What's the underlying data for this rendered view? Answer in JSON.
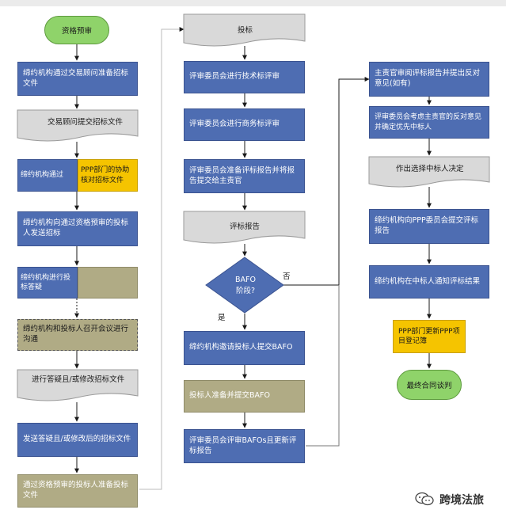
{
  "flow": {
    "start": "资格预审",
    "c1_1": "缔约机构通过交易顾问准备招标文件",
    "c1_2": "交易顾问提交招标文件",
    "c1_3a": "缔约机构通过",
    "c1_3b": "PPP部门的协助核对招标文件",
    "c1_4": "缔约机构向通过资格预审的投标人发送招标",
    "c1_5": "缔约机构进行投标答疑",
    "c1_6": "缔约机构和投标人召开会议进行沟通",
    "c1_7": "进行答疑且/或修改招标文件",
    "c1_8": "发送答疑且/或修改后的招标文件",
    "c1_9": "通过资格预审的投标人准备投标文件",
    "c2_1": "投标",
    "c2_2": "评审委员会进行技术标评审",
    "c2_3": "评审委员会进行商务标评审",
    "c2_4": "评审委员会准备评标报告并将报告提交给主责官",
    "c2_5": "评标报告",
    "c2_6": "BAFO\n阶段?",
    "c2_no": "否",
    "c2_yes": "是",
    "c2_7": "缔约机构邀请投标人提交BAFO",
    "c2_8": "投标人准备并提交BAFO",
    "c2_9": "评审委员会评审BAFOs且更新评标报告",
    "c3_1": "主责官审阅评标报告并提出反对意见(如有)",
    "c3_2": "评审委员会考虑主责官的反对意见并确定优先中标人",
    "c3_3": "作出选择中标人决定",
    "c3_4": "缔约机构向PPP委员会提交评标报告",
    "c3_5": "缔约机构在中标人通知评标结果",
    "c3_6": "PPP部门更新PPP项目登记簿",
    "c3_7": "最终合同谈判"
  },
  "watermark": "跨境法旅",
  "colors": {
    "process_blue": "#4e6db2",
    "process_olive": "#b0ab85",
    "highlight_yellow": "#f5c400",
    "terminal_green": "#8fd36a",
    "document_gray": "#d9d9d9"
  }
}
